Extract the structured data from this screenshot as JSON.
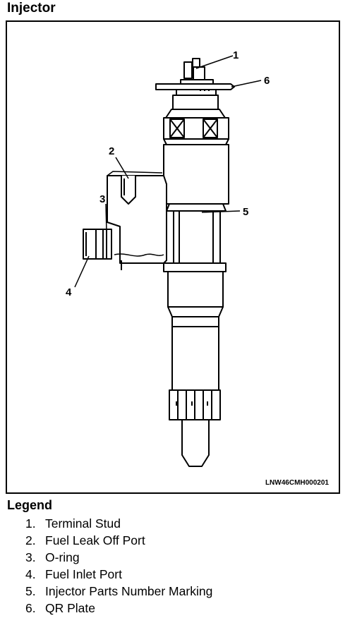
{
  "title": "Injector",
  "figure_code": "LNW46CMH000201",
  "callouts": [
    "1",
    "2",
    "3",
    "4",
    "5",
    "6"
  ],
  "legend": {
    "title": "Legend",
    "items": [
      {
        "num": "1.",
        "label": "Terminal Stud"
      },
      {
        "num": "2.",
        "label": "Fuel Leak Off Port"
      },
      {
        "num": "3.",
        "label": "O-ring"
      },
      {
        "num": "4.",
        "label": "Fuel Inlet Port"
      },
      {
        "num": "5.",
        "label": "Injector Parts Number Marking"
      },
      {
        "num": "6.",
        "label": "QR Plate"
      }
    ]
  }
}
